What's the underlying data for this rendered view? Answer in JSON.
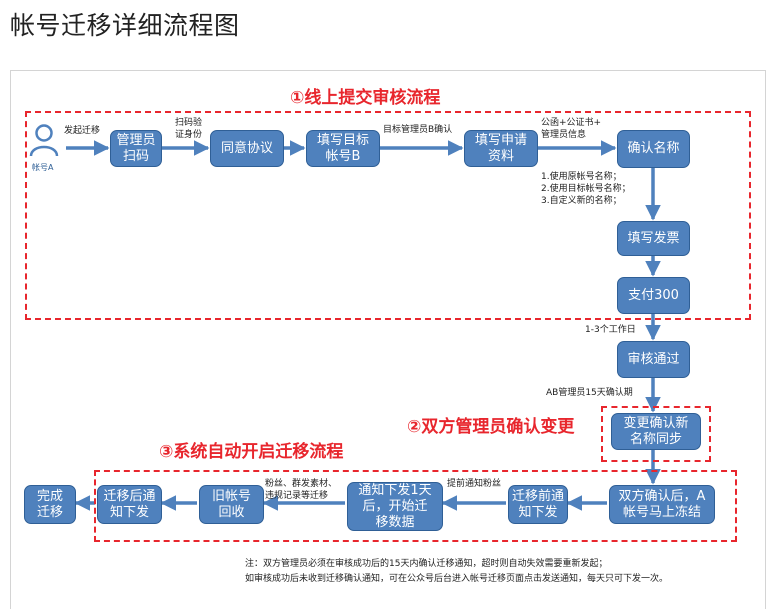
{
  "page_title": "帐号迁移详细流程图",
  "stages": {
    "online": "①线上提交审核流程",
    "confirm": "②双方管理员确认变更",
    "auto": "③系统自动开启迁移流程"
  },
  "user": {
    "label": "帐号A"
  },
  "boxes": {
    "admin_scan": "管理员\n扫码",
    "agree": "同意协议",
    "fill_target": "填写目标\n帐号B",
    "fill_docs": "填写申请\n资料",
    "confirm_name": "确认名称",
    "fill_invoice": "填写发票",
    "pay": "支付300",
    "review_pass": "审核通过",
    "change_confirm": "变更确认新\n名称同步",
    "both_confirm": "双方确认后，A\n帐号马上冻结",
    "pre_notify": "迁移前通\n知下发",
    "notify_start": "通知下发1天\n后，开始迁\n移数据",
    "old_recycle": "旧帐号\n回收",
    "post_notify": "迁移后通\n知下发",
    "done": "完成\n迁移"
  },
  "annotations": {
    "initiate": "发起迁移",
    "scan_verify": "扫码验\n证身份",
    "target_admin_confirm": "目标管理员B确认",
    "docs": "公函+公证书+\n管理员信息",
    "name_options": "1.使用原帐号名称；\n2.使用目标帐号名称；\n3.自定义新的名称；",
    "workdays": "1-3个工作日",
    "ab_confirm": "AB管理员15天确认期",
    "advance_notice": "提前通知粉丝",
    "migrate_items": "粉丝、群发素材、\n违规记录等迁移"
  },
  "notes": {
    "line1": "注：双方管理员必须在审核成功后的15天内确认迁移通知，超时则自动失效需要重新发起；",
    "line2": "如审核成功后未收到迁移确认通知，可在公众号后台进入帐号迁移页面点击发送通知，每天只可下发一次。"
  },
  "colors": {
    "box_fill": "#4f81bd",
    "box_border": "#2f5f96",
    "dash_red": "#e8262d",
    "arrow_blue": "#4f81bd"
  }
}
